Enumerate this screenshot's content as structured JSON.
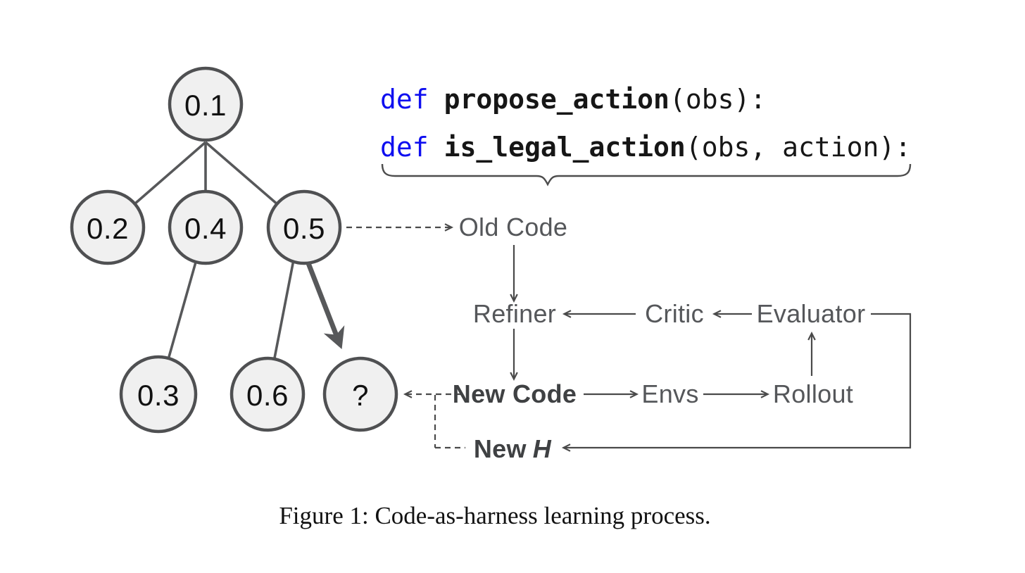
{
  "figure": {
    "caption": "Figure 1: Code-as-harness learning process."
  },
  "tree": {
    "nodes": [
      {
        "id": "root",
        "label": "0.1"
      },
      {
        "id": "child-left",
        "label": "0.2"
      },
      {
        "id": "child-mid",
        "label": "0.4"
      },
      {
        "id": "child-right",
        "label": "0.5"
      },
      {
        "id": "leaf-left",
        "label": "0.3"
      },
      {
        "id": "leaf-mid",
        "label": "0.6"
      },
      {
        "id": "leaf-unknown",
        "label": "?"
      }
    ]
  },
  "code": {
    "lines": [
      {
        "keyword": "def",
        "name": "propose_action",
        "args": "(obs):"
      },
      {
        "keyword": "def",
        "name": "is_legal_action",
        "args": "(obs, action):"
      }
    ]
  },
  "flow": {
    "old_code": "Old Code",
    "refiner": "Refiner",
    "critic": "Critic",
    "evaluator": "Evaluator",
    "new_code": "New Code",
    "envs": "Envs",
    "rollout": "Rollout",
    "new_h": {
      "word": "New",
      "symbol": "H"
    }
  },
  "colors": {
    "keyword_blue": "#0f0ff0",
    "node_fill": "#f0f0f0",
    "node_stroke": "#4f5052",
    "line_gray": "#4a4a4a",
    "label_gray": "#55575a",
    "label_bold_gray": "#3f4143",
    "background": "#ffffff"
  }
}
